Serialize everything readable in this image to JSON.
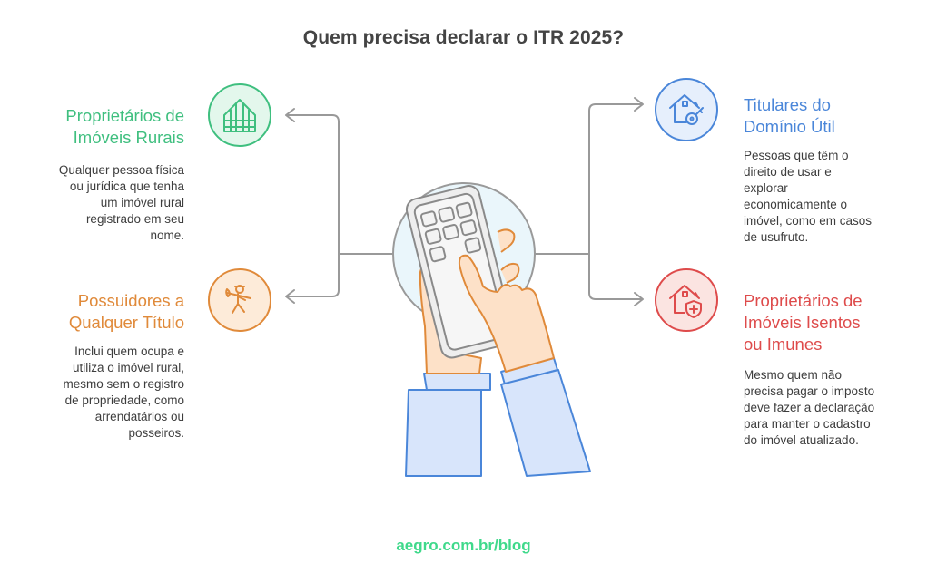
{
  "title": "Quem precisa declarar o ITR 2025?",
  "colors": {
    "green": "#3fbf7f",
    "orange": "#e08a3a",
    "blue": "#4a86d9",
    "red": "#de4b4b",
    "connector": "#999999",
    "footer": "#3fd98b"
  },
  "items": [
    {
      "id": "proprietarios-rurais",
      "heading_lines": [
        "Proprietários de",
        "Imóveis Rurais"
      ],
      "description_lines": [
        "Qualquer pessoa física",
        "ou jurídica que tenha",
        "um imóvel rural",
        "registrado em seu",
        "nome."
      ],
      "icon": "greenhouse-icon",
      "position": "top-left"
    },
    {
      "id": "possuidores",
      "heading_lines": [
        "Possuidores a",
        "Qualquer Título"
      ],
      "description_lines": [
        "Inclui quem ocupa e",
        "utiliza o imóvel rural,",
        "mesmo sem o registro",
        "de propriedade, como",
        "arrendatários ou",
        "posseiros."
      ],
      "icon": "farmer-icon",
      "position": "bottom-left"
    },
    {
      "id": "titulares-dominio",
      "heading_lines": [
        "Titulares do",
        "Domínio Útil"
      ],
      "description_lines": [
        "Pessoas que têm o",
        "direito de usar e",
        "explorar",
        "economicamente o",
        "imóvel, como em casos",
        "de usufruto."
      ],
      "icon": "house-key-icon",
      "position": "top-right"
    },
    {
      "id": "isentos-imunes",
      "heading_lines": [
        "Proprietários de",
        "Imóveis Isentos",
        "ou Imunes"
      ],
      "description_lines": [
        "Mesmo quem não",
        "precisa pagar o imposto",
        "deve fazer a declaração",
        "para manter o cadastro",
        "do imóvel atualizado."
      ],
      "icon": "house-shield-icon",
      "position": "bottom-right"
    }
  ],
  "center_illustration": "hands-holding-calculator-icon",
  "footer": "aegro.com.br/blog"
}
